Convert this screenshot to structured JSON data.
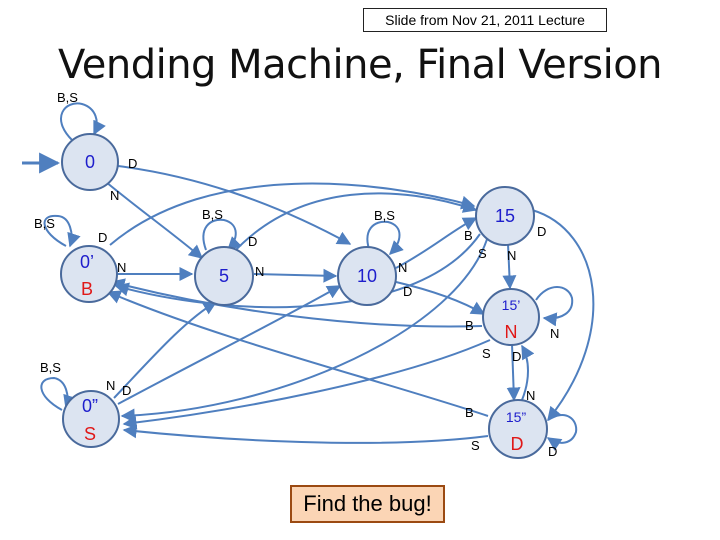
{
  "header": {
    "source_note": "Slide from Nov 21, 2011 Lecture",
    "title": "Vending Machine, Final Version"
  },
  "callout": {
    "text": "Find the bug!"
  },
  "colors": {
    "node_fill": "#dce4f1",
    "node_stroke": "#4a6a9c",
    "edge": "#4f7fbf",
    "state_label": "#1e1ecc",
    "output_label": "#e01818"
  },
  "states": [
    {
      "id": "s0",
      "label": "0"
    },
    {
      "id": "s0p",
      "label": "0’",
      "output": "B"
    },
    {
      "id": "s0pp",
      "label": "0”",
      "output": "S"
    },
    {
      "id": "s5",
      "label": "5"
    },
    {
      "id": "s10",
      "label": "10"
    },
    {
      "id": "s15",
      "label": "15"
    },
    {
      "id": "s15p",
      "label": "15’",
      "output": "N"
    },
    {
      "id": "s15pp",
      "label": "15”",
      "output": "D"
    }
  ],
  "edge_labels": {
    "loop_0": "B,S",
    "loop_0p": "B,S",
    "loop_0pp": "B,S",
    "loop_5": "B,S",
    "loop_10": "B,S",
    "loop_15p": "N",
    "loop_15pp": "D",
    "s0_D": "D",
    "s0_N": "N",
    "s0p_D": "D",
    "s0p_N": "N",
    "s0pp_N": "N",
    "s0pp_D": "D",
    "s5_D": "D",
    "s5_N": "N",
    "s10_N": "N",
    "s10_D": "D",
    "s15_B": "B",
    "s15_S": "S",
    "s15_N": "N",
    "s15_D": "D",
    "s15p_B": "B",
    "s15p_S": "S",
    "s15p_D": "D",
    "s15pp_N": "N",
    "s15pp_B": "B",
    "s15pp_S": "S"
  }
}
